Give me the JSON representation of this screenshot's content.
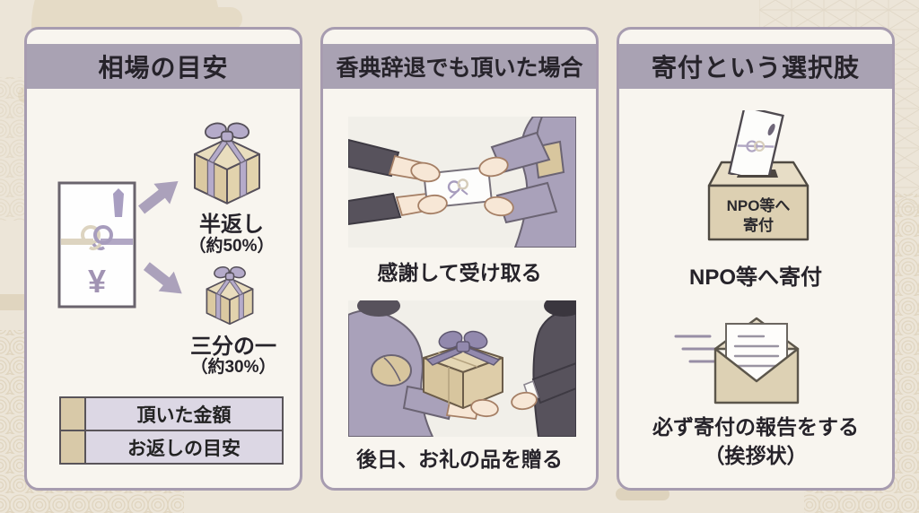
{
  "colors": {
    "page_bg": "#ece5d8",
    "card_bg": "#f8f5ef",
    "card_border": "#a79cb0",
    "header_band": "#a9a2b3",
    "text_dark": "#26232a",
    "ribbon_lavender": "#b5abca",
    "kraft_tan": "#ddd0b2",
    "kimono_purple": "#a9a1ba",
    "suit_dark": "#57525c",
    "table_tab": "#d8c9a8",
    "table_cell": "#dcd7e4"
  },
  "panel1": {
    "title": "相場の目安",
    "yen": "¥",
    "half": {
      "label": "半返し",
      "pct": "（約50%）"
    },
    "third": {
      "label": "三分の一",
      "pct": "（約30%）"
    },
    "table": {
      "rows": [
        "頂いた金額",
        "お返しの目安"
      ]
    }
  },
  "panel2": {
    "title": "香典辞退でも頂いた場合",
    "caption_top": "感謝して受け取る",
    "caption_bottom": "後日、お礼の品を贈る"
  },
  "panel3": {
    "title": "寄付という選択肢",
    "box_line1": "NPO等へ",
    "box_line2": "寄付",
    "caption_top": "NPO等へ寄付",
    "caption_report_1": "必ず寄付の報告をする",
    "caption_report_2": "（挨拶状）"
  }
}
